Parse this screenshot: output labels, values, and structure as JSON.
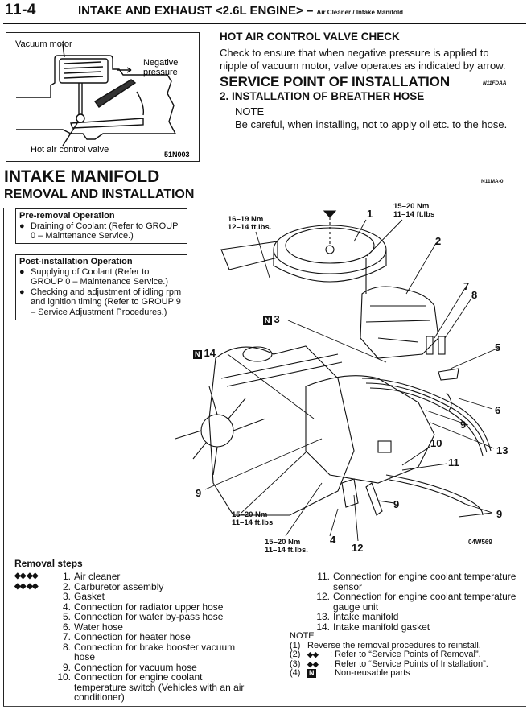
{
  "header": {
    "page_number": "11-4",
    "title": "INTAKE AND EXHAUST <2.6L ENGINE>",
    "separator": "–",
    "subtitle": "Air Cleaner / Intake Manifold"
  },
  "figure_hot_air": {
    "labels": {
      "vacuum_motor": "Vacuum motor",
      "negative_pressure_1": "Negative",
      "negative_pressure_2": "pressure",
      "hot_air_valve": "Hot air control valve",
      "code": "51N003"
    }
  },
  "hot_air_check": {
    "heading": "HOT AIR CONTROL VALVE CHECK",
    "body": "Check to ensure that when negative pressure is applied to nipple of vacuum motor, valve operates as indicated by arrow."
  },
  "service_point": {
    "heading": "SERVICE POINT OF INSTALLATION",
    "code": "N11FDAA",
    "subheading": "2.  INSTALLATION OF BREATHER HOSE",
    "note_label": "NOTE",
    "note_text": "Be careful, when installing, not to apply oil etc. to the hose."
  },
  "intake_manifold": {
    "heading": "INTAKE MANIFOLD",
    "subheading": "REMOVAL AND INSTALLATION",
    "code": "N11MA-0"
  },
  "pre_removal": {
    "title": "Pre-removal Operation",
    "items": [
      "Draining of Coolant (Refer to GROUP 0 – Maintenance Service.)"
    ]
  },
  "post_installation": {
    "title": "Post-installation Operation",
    "items": [
      "Supplying of Coolant (Refer to GROUP 0 – Maintenance Service.)",
      "Checking and adjustment of idling rpm and ignition timing (Refer to GROUP 9 – Service Adjustment Procedures.)"
    ]
  },
  "diagram": {
    "code": "04W569",
    "non_reusable_badge": "N",
    "callouts": {
      "c1": "1",
      "c2": "2",
      "c3": "3",
      "c4": "4",
      "c5": "5",
      "c6": "6",
      "c7": "7",
      "c8": "8",
      "c9a": "9",
      "c9b": "9",
      "c9c": "9",
      "c9d": "9",
      "c10": "10",
      "c11": "11",
      "c12": "12",
      "c13": "13",
      "c14": "14"
    },
    "torques": {
      "t_aircleaner_nm": "16–19 Nm",
      "t_aircleaner_ft": "12–14 ft.lbs.",
      "t_carb_nm": "15–20 Nm",
      "t_carb_ft": "11–14 ft.lbs",
      "t_mid_nm": "15–20 Nm",
      "t_mid_ft": "11–14 ft.lbs",
      "t_low_nm": "15–20 Nm",
      "t_low_ft": "11–14 ft.lbs."
    }
  },
  "removal_steps": {
    "title": "Removal steps",
    "symbols": {
      "removal": "◆◆",
      "installation": "◆◆"
    },
    "left": [
      {
        "num": "1.",
        "text": "Air cleaner",
        "marks": true
      },
      {
        "num": "2.",
        "text": "Carburetor assembly",
        "marks": true
      },
      {
        "num": "3.",
        "text": "Gasket"
      },
      {
        "num": "4.",
        "text": "Connection for radiator upper hose"
      },
      {
        "num": "5.",
        "text": "Connection for water by-pass hose"
      },
      {
        "num": "6.",
        "text": "Water hose"
      },
      {
        "num": "7.",
        "text": "Connection for heater hose"
      },
      {
        "num": "8.",
        "text": "Connection for brake booster vacuum hose"
      },
      {
        "num": "9.",
        "text": "Connection for vacuum hose"
      },
      {
        "num": "10.",
        "text": "Connection for engine coolant temperature switch (Vehicles with an air conditioner)"
      }
    ],
    "right": [
      {
        "num": "11.",
        "text": "Connection for engine coolant temperature sensor"
      },
      {
        "num": "12.",
        "text": "Connection for engine coolant temperature gauge unit"
      },
      {
        "num": "13.",
        "text": "Intake manifold"
      },
      {
        "num": "14.",
        "text": "Intake manifold gasket"
      }
    ]
  },
  "notes": {
    "label": "NOTE",
    "items": [
      {
        "n": "(1)",
        "sym": "",
        "text": "Reverse the removal procedures to reinstall."
      },
      {
        "n": "(2)",
        "sym": "◆◆",
        "text": ": Refer to “Service Points of Removal”."
      },
      {
        "n": "(3)",
        "sym": "◆◆",
        "text": ": Refer to “Service Points of Installation”."
      },
      {
        "n": "(4)",
        "sym": "N",
        "text": ": Non-reusable parts"
      }
    ]
  }
}
